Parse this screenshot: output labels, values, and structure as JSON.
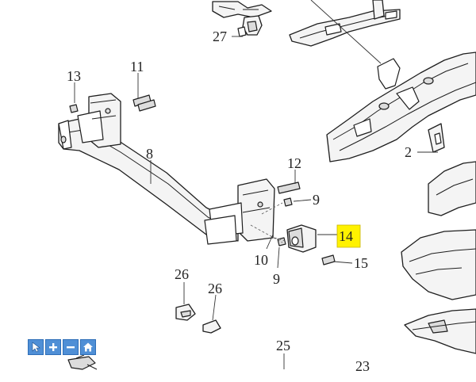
{
  "diagram": {
    "callouts": [
      {
        "id": "27",
        "label": "27"
      },
      {
        "id": "13",
        "label": "13"
      },
      {
        "id": "11",
        "label": "11"
      },
      {
        "id": "8",
        "label": "8"
      },
      {
        "id": "2",
        "label": "2"
      },
      {
        "id": "12",
        "label": "12"
      },
      {
        "id": "9a",
        "label": "9"
      },
      {
        "id": "14",
        "label": "14",
        "highlighted": true
      },
      {
        "id": "10",
        "label": "10"
      },
      {
        "id": "9b",
        "label": "9"
      },
      {
        "id": "15",
        "label": "15"
      },
      {
        "id": "26a",
        "label": "26"
      },
      {
        "id": "26b",
        "label": "26"
      },
      {
        "id": "25",
        "label": "25"
      },
      {
        "id": "23",
        "label": "23"
      }
    ],
    "highlight_color": "#fff200"
  },
  "toolbar": {
    "buttons": [
      {
        "name": "select",
        "icon": "cursor-icon"
      },
      {
        "name": "zoom-in",
        "icon": "plus-icon"
      },
      {
        "name": "zoom-out",
        "icon": "minus-icon"
      },
      {
        "name": "home",
        "icon": "home-icon"
      }
    ],
    "button_color": "#4f8fd6"
  }
}
